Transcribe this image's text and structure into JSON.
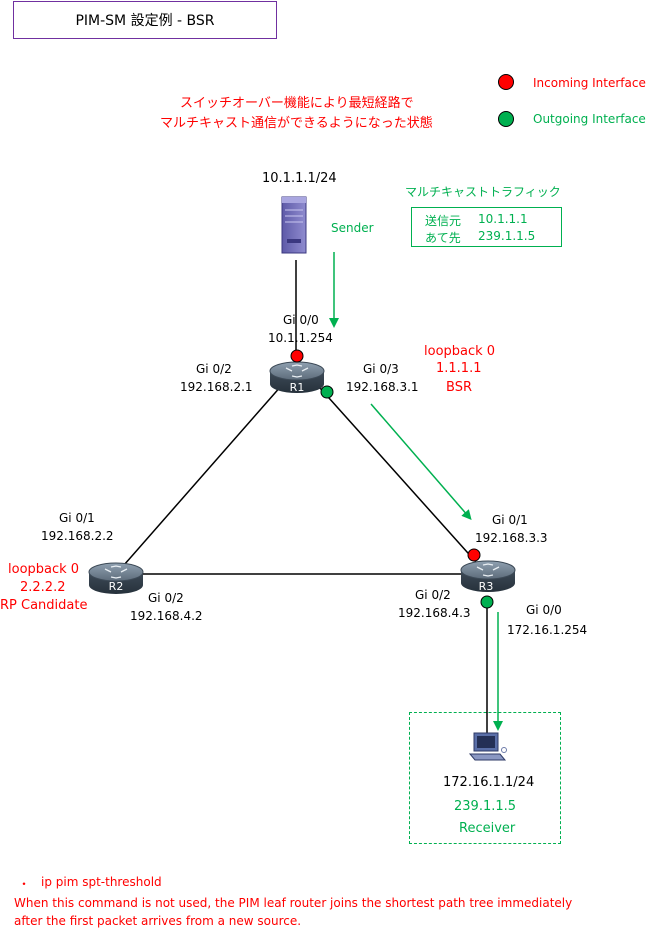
{
  "title": "PIM-SM 設定例 - BSR",
  "description": {
    "line1": "スイッチオーバー機能により最短経路で",
    "line2": "マルチキャスト通信ができるようになった状態"
  },
  "legend": {
    "incoming": {
      "label": "Incoming Interface",
      "color": "#ff0000"
    },
    "outgoing": {
      "label": "Outgoing Interface",
      "color": "#00b050"
    }
  },
  "sender": {
    "ip": "10.1.1.1/24",
    "label": "Sender"
  },
  "traffic": {
    "header": "マルチキャストトラフィック",
    "source_label": "送信元",
    "source_value": "10.1.1.1",
    "dest_label": "あて先",
    "dest_value": "239.1.1.5"
  },
  "r1": {
    "name": "R1",
    "gi00_name": "Gi 0/0",
    "gi00_ip": "10.1.1.254",
    "gi02_name": "Gi 0/2",
    "gi02_ip": "192.168.2.1",
    "gi03_name": "Gi 0/3",
    "gi03_ip": "192.168.3.1",
    "loopback_name": "loopback 0",
    "loopback_ip": "1.1.1.1",
    "role": "BSR"
  },
  "r2": {
    "name": "R2",
    "gi01_name": "Gi 0/1",
    "gi01_ip": "192.168.2.2",
    "gi02_name": "Gi 0/2",
    "gi02_ip": "192.168.4.2",
    "loopback_name": "loopback 0",
    "loopback_ip": "2.2.2.2",
    "role": "RP Candidate"
  },
  "r3": {
    "name": "R3",
    "gi01_name": "Gi 0/1",
    "gi01_ip": "192.168.3.3",
    "gi02_name": "Gi 0/2",
    "gi02_ip": "192.168.4.3",
    "gi00_name": "Gi 0/0",
    "gi00_ip": "172.16.1.254"
  },
  "receiver": {
    "ip": "172.16.1.1/24",
    "group": "239.1.1.5",
    "label": "Receiver"
  },
  "note": {
    "bullet": "・",
    "command": "ip pim spt-threshold",
    "line1": "When this command is not used, the PIM leaf router joins the shortest path tree immediately",
    "line2": "after the first packet arrives from a new source."
  }
}
